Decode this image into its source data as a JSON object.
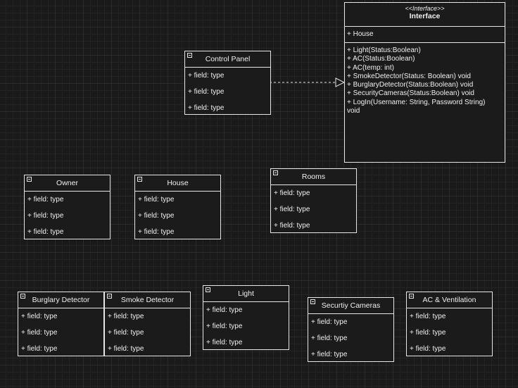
{
  "interface": {
    "stereotype": "<<Interface>>",
    "name": "Interface",
    "attribute": "+ House",
    "operations": [
      "+ Light(Status:Boolean)",
      "+ AC(Status:Boolean)",
      "+ AC(temp: int)",
      "+ SmokeDetector(Status: Boolean) void",
      "+ BurglaryDetector(Status:Boolean) void",
      "+ SecurityCameras(Status:Boolean) void",
      "+ LogIn(Username: String, Password String)",
      "void"
    ]
  },
  "classes": {
    "control_panel": {
      "name": "Control Panel",
      "fields": [
        "+ field: type",
        "+ field: type",
        "+ field: type"
      ]
    },
    "owner": {
      "name": "Owner",
      "fields": [
        "+ field: type",
        "+ field: type",
        "+ field: type"
      ]
    },
    "house": {
      "name": "House",
      "fields": [
        "+ field: type",
        "+ field: type",
        "+ field: type"
      ]
    },
    "rooms": {
      "name": "Rooms",
      "fields": [
        "+ field: type",
        "+ field: type",
        "+ field: type"
      ]
    },
    "burglary_detector": {
      "name": "Burglary Detector",
      "fields": [
        "+ field: type",
        "+ field: type",
        "+ field: type"
      ]
    },
    "smoke_detector": {
      "name": "Smoke Detector",
      "fields": [
        "+ field: type",
        "+ field: type",
        "+ field: type"
      ]
    },
    "light": {
      "name": "Light",
      "fields": [
        "+ field: type",
        "+ field: type",
        "+ field: type"
      ]
    },
    "security_cameras": {
      "name": "Securtiy Cameras",
      "fields": [
        "+ field: type",
        "+ field: type",
        "+ field: type"
      ]
    },
    "ac_ventilation": {
      "name": "AC & Ventilation",
      "fields": [
        "+ field: type",
        "+ field: type",
        "+ field: type"
      ]
    }
  },
  "colors": {
    "background": "#1a1a1a",
    "stroke": "#e6e6e6",
    "text": "#f0f0f0"
  }
}
